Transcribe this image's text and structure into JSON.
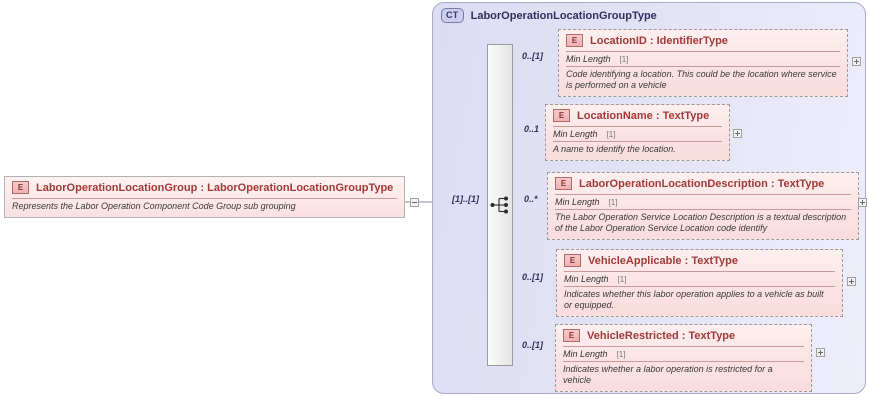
{
  "diagram": {
    "kind": "xsd-schema-diagram",
    "root_element": {
      "badge": "E",
      "name": "LaborOperationLocationGroup : LaborOperationLocationGroupType",
      "documentation": "Represents the Labor Operation Component Code Group sub grouping",
      "toggle": "collapse-icon"
    },
    "complex_type": {
      "badge": "CT",
      "name": "LaborOperationLocationGroupType",
      "compositor": "sequence-icon",
      "compositor_cardinality": "[1]..[1]"
    },
    "children": [
      {
        "badge": "E",
        "name": "LocationID : IdentifierType",
        "cardinality": "0..[1]",
        "facet_label": "Min Length",
        "facet_value": "[1]",
        "documentation": "Code identifying a location. This could be the location where service is performed on a vehicle",
        "toggle": "expand-icon"
      },
      {
        "badge": "E",
        "name": "LocationName : TextType",
        "cardinality": "0..1",
        "facet_label": "Min Length",
        "facet_value": "[1]",
        "documentation": "A name to identify the location.",
        "toggle": "expand-icon"
      },
      {
        "badge": "E",
        "name": "LaborOperationLocationDescription : TextType",
        "cardinality": "0..*",
        "facet_label": "Min Length",
        "facet_value": "[1]",
        "documentation": "The Labor Operation Service Location Description is a textual description of the Labor Operation Service Location code identify",
        "toggle": "expand-icon"
      },
      {
        "badge": "E",
        "name": "VehicleApplicable : TextType",
        "cardinality": "0..[1]",
        "facet_label": "Min Length",
        "facet_value": "[1]",
        "documentation": "Indicates whether this labor operation applies to a vehicle as built or equipped.",
        "toggle": "expand-icon"
      },
      {
        "badge": "E",
        "name": "VehicleRestricted : TextType",
        "cardinality": "0..[1]",
        "facet_label": "Min Length",
        "facet_value": "[1]",
        "documentation": "Indicates whether a labor operation is restricted for a vehicle",
        "toggle": "expand-icon"
      }
    ],
    "colors": {
      "element_text": "#a23a3a",
      "element_fill": "#fbe3e3",
      "complextype_fill": "#e2e2f6",
      "complextype_text": "#2f2f5e",
      "line": "#8a8aa8"
    }
  }
}
